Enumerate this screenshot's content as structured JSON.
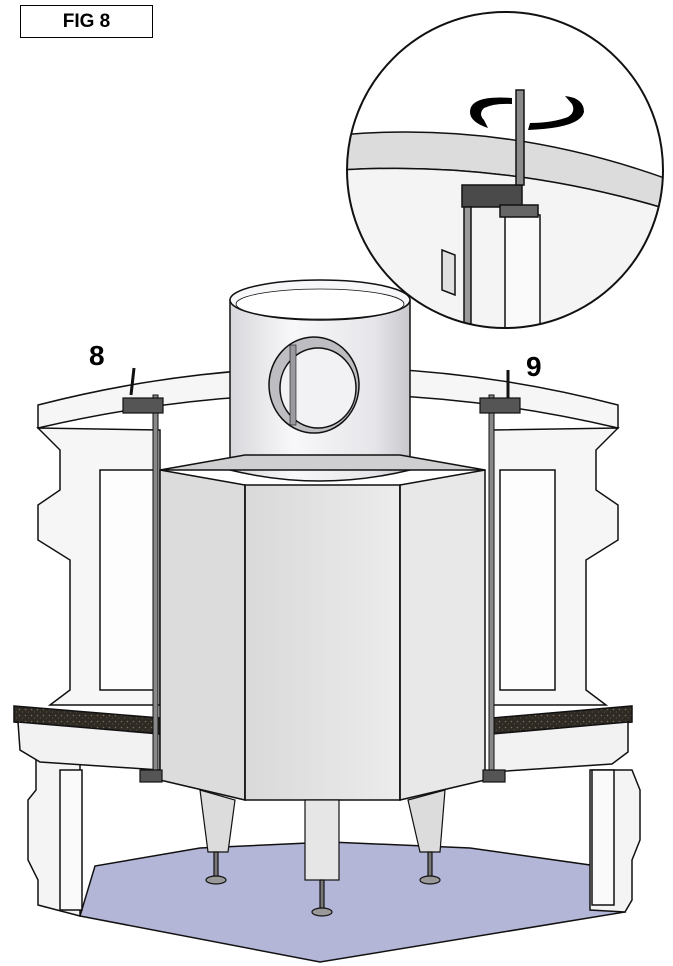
{
  "figure": {
    "label": "FIG 8"
  },
  "callouts": {
    "left": "8",
    "right": "9"
  },
  "colors": {
    "floor": "#b4b6d8",
    "granite": "#3a342c",
    "panel": "#e4e4e4",
    "panel_dark": "#cfcfcf",
    "surround": "#f3f3f3",
    "outline": "#111111"
  }
}
